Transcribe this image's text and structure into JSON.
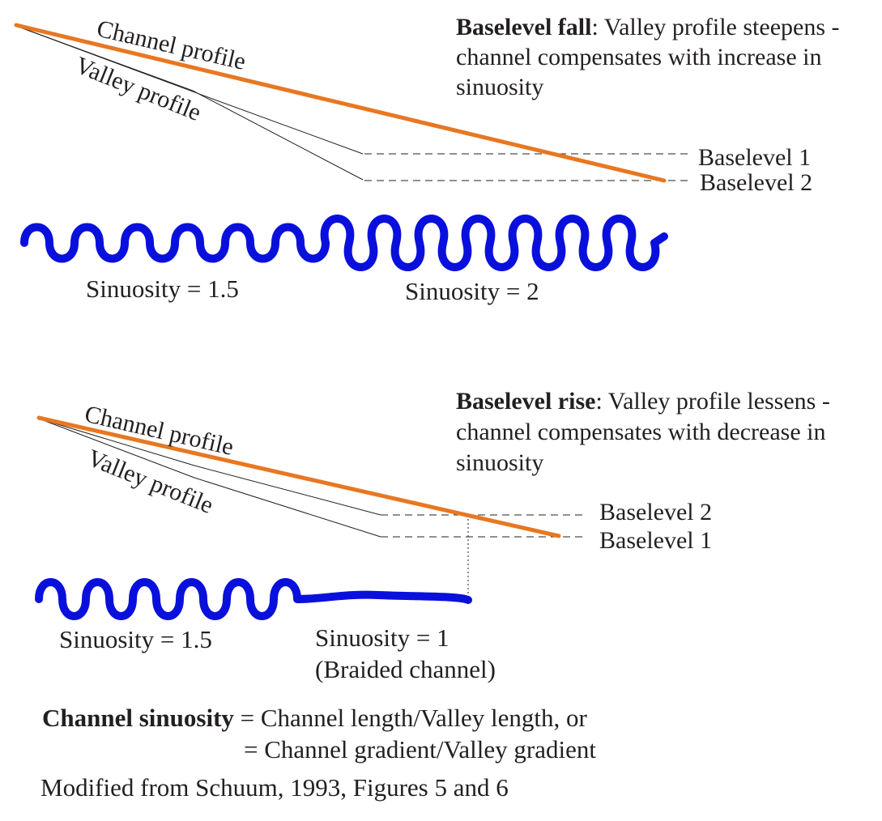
{
  "colors": {
    "channel_profile_line": "#e87722",
    "river_channel": "#0a10dc",
    "text": "#231f20",
    "thin_line": "#231f20"
  },
  "fall_panel": {
    "heading_bold": "Baselevel fall",
    "heading_line1_rest": ": Valley profile steepens -",
    "heading_line2": "channel compensates with increase in",
    "heading_line3": "sinuosity",
    "channel_profile_label": "Channel profile",
    "valley_profile_label": "Valley profile",
    "baselevel_upper_label": "Baselevel 1",
    "baselevel_lower_label": "Baselevel 2",
    "sinuosity_left_label": "Sinuosity = 1.5",
    "sinuosity_right_label": "Sinuosity = 2"
  },
  "rise_panel": {
    "heading_bold": "Baselevel rise",
    "heading_line1_rest": ": Valley profile lessens -",
    "heading_line2": "channel compensates with decrease in",
    "heading_line3": "sinuosity",
    "channel_profile_label": "Channel profile",
    "valley_profile_label": "Valley profile",
    "baselevel_upper_label": "Baselevel 2",
    "baselevel_lower_label": "Baselevel 1",
    "sinuosity_left_label": "Sinuosity = 1.5",
    "sinuosity_right_label_line1": "Sinuosity = 1",
    "sinuosity_right_label_line2": "(Braided channel)"
  },
  "definition": {
    "term_bold": "Channel sinuosity",
    "line1_rest": " = Channel length/Valley length, or",
    "line2": "= Channel gradient/Valley gradient"
  },
  "source_note": "Modified from Schuum, 1993, Figures 5 and 6"
}
